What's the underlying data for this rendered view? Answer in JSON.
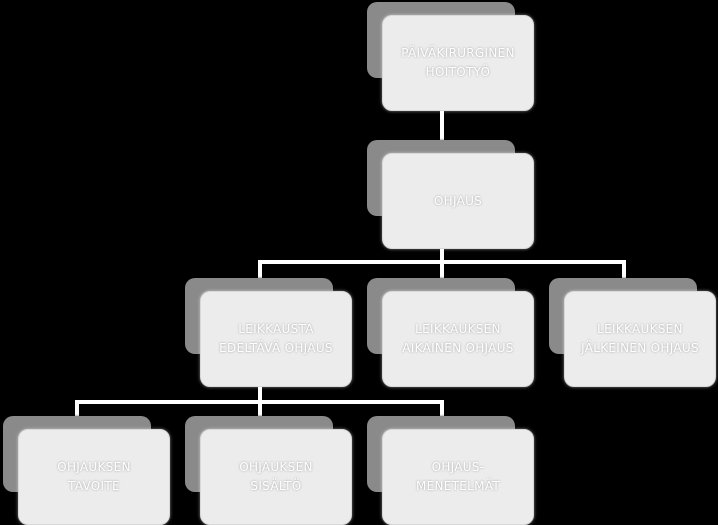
{
  "diagram": {
    "nodes": {
      "root": "PÄIVÄKIRURGINEN\nHOITOTYÖ",
      "guidance": "OHJAUS",
      "pre_op": "LEIKKAUSTA\nEDELTÄVÄ OHJAUS",
      "intra_op": "LEIKKAUKSEN\nAIKAINEN OHJAUS",
      "post_op": "LEIKKAUKSEN\nJÄLKEINEN OHJAUS",
      "goal": "OHJAUKSEN\nTAVOITE",
      "content": "OHJAUKSEN\nSISÄLTÖ",
      "methods": "OHJAUS-\nMENETELMÄT"
    },
    "colors": {
      "background": "#000000",
      "node_fill": "#ececec",
      "node_shadow": "#8a8a8a",
      "connector": "#ffffff",
      "text": "#ffffff"
    }
  }
}
